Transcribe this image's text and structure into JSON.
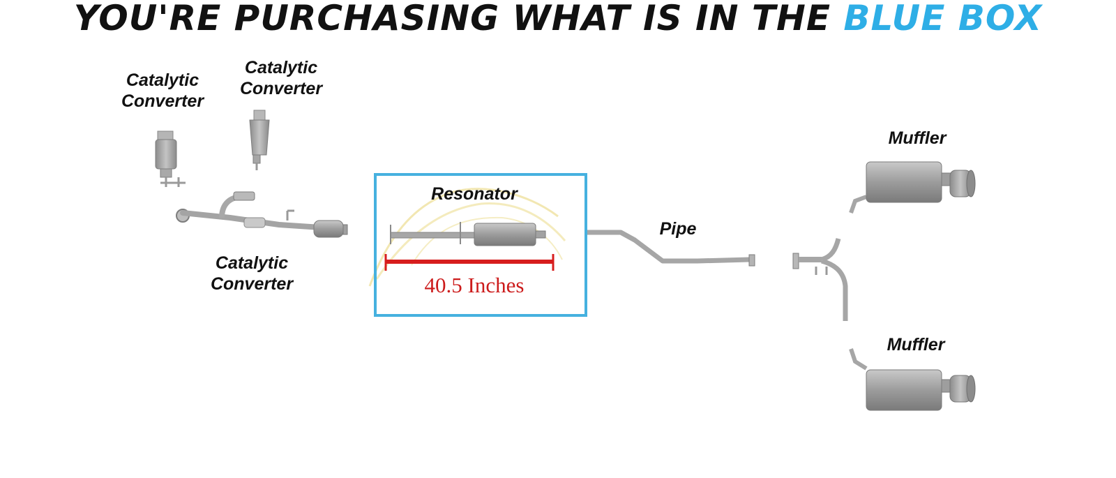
{
  "header": {
    "headline_main": "YOU'RE PURCHASING WHAT IS IN THE",
    "headline_accent": "BLUE BOX"
  },
  "labels": {
    "catalytic_converter_1": [
      "Catalytic",
      "Converter"
    ],
    "catalytic_converter_2": [
      "Catalytic",
      "Converter"
    ],
    "catalytic_converter_3": [
      "Catalytic",
      "Converter"
    ],
    "resonator": "Resonator",
    "dimension": "40.5 Inches",
    "pipe": "Pipe",
    "muffler_top": "Muffler",
    "muffler_bottom": "Muffler"
  },
  "colors": {
    "accent_blue": "#2eaee6",
    "box_border": "#46b1df",
    "dimension_red": "#d71d1d",
    "text": "#111111",
    "part_metal": "#9a9a9a"
  },
  "icons": [
    "catalytic-converter-icon",
    "resonator-pipe-icon",
    "pipe-icon",
    "y-pipe-icon",
    "muffler-icon"
  ]
}
